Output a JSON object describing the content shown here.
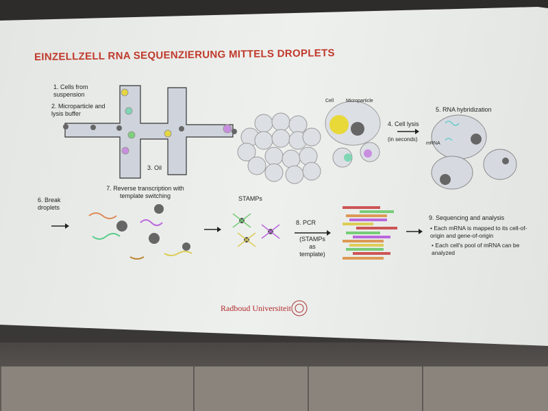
{
  "slide": {
    "title": "EINZELLZELL RNA SEQUENZIERUNG MITTELS DROPLETS",
    "steps": {
      "s1": "1. Cells from suspension",
      "s2": "2. Microparticle and lysis buffer",
      "s3": "3. Oil",
      "cell": "Cell",
      "microparticle": "Microparticle",
      "s4": "4. Cell lysis",
      "s4b": "(in seconds)",
      "s5": "5. RNA hybridization",
      "mrna": "mRNA",
      "s6": "6. Break droplets",
      "s7": "7. Reverse transcription with template switching",
      "stamps": "STAMPs",
      "s8": "8. PCR",
      "s8b": "(STAMPs as template)",
      "s9": "9. Sequencing and analysis",
      "b1": "Each mRNA is mapped to its cell-of-origin and gene-of-origin",
      "b2": "Each cell's pool of mRNA can be analyzed"
    },
    "logo": "Radboud Universiteit"
  }
}
